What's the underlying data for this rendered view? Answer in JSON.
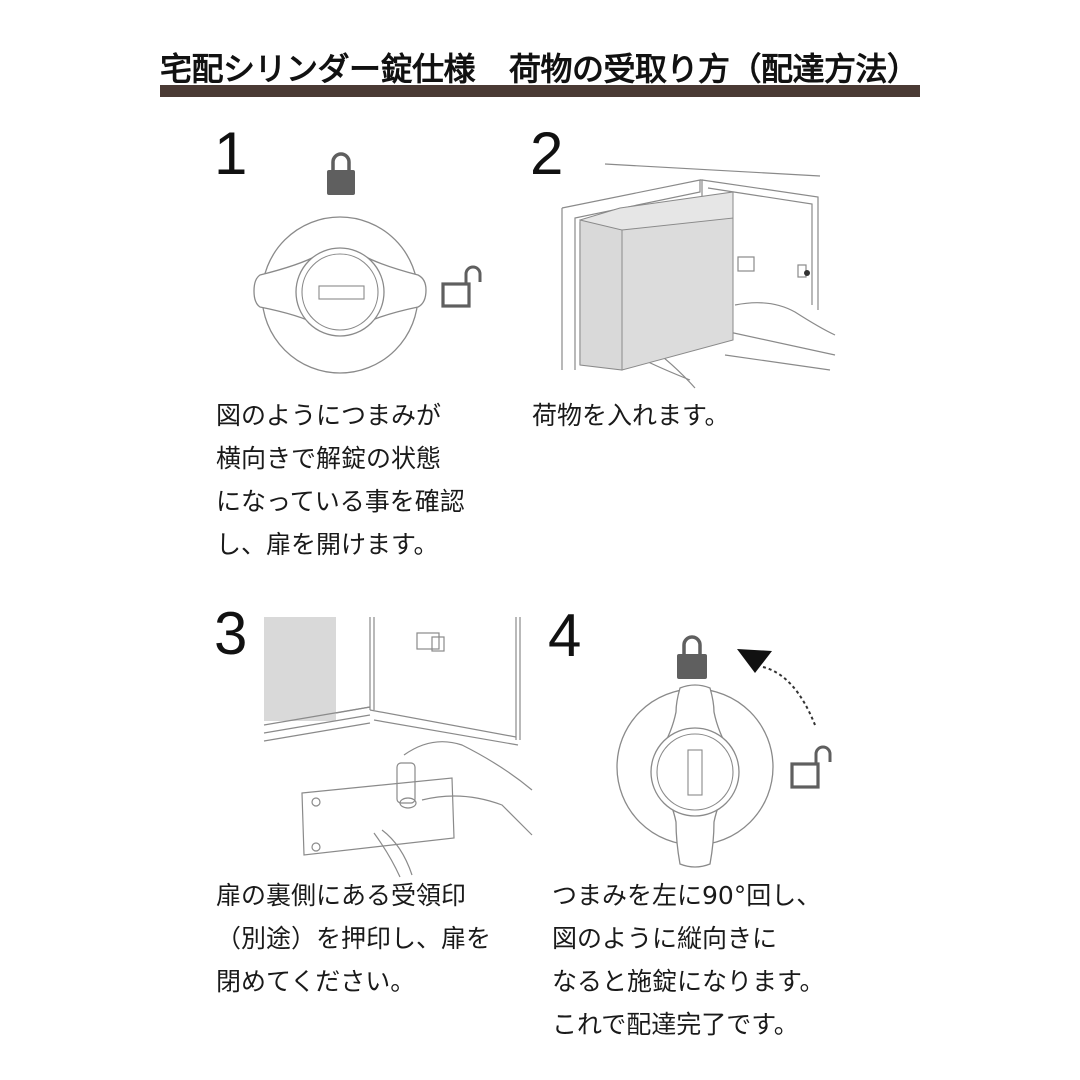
{
  "header": {
    "title_left": "宅配シリンダー錠仕様",
    "title_right": "荷物の受取り方（配達方法）",
    "bar_color": "#4a3a34"
  },
  "steps": [
    {
      "number": "1",
      "illustration": "thumb-turn-horizontal-unlocked",
      "lines": [
        "図のようにつまみが",
        "横向きで解錠の状態",
        "になっている事を確認",
        "し、扉を開けます。"
      ]
    },
    {
      "number": "2",
      "illustration": "hands-placing-package-in-box",
      "lines": [
        "荷物を入れます。"
      ]
    },
    {
      "number": "3",
      "illustration": "hand-stamping-receipt",
      "lines": [
        "扉の裏側にある受領印",
        "（別途）を押印し、扉を",
        "閉めてください。"
      ]
    },
    {
      "number": "4",
      "illustration": "thumb-turn-vertical-locked",
      "lines": [
        "つまみを左に90°回し、",
        "図のように縦向きに",
        "なると施錠になります。",
        "これで配達完了です。"
      ]
    }
  ],
  "icons": {
    "locked": "lock-closed-icon",
    "unlocked": "lock-open-icon",
    "rotate": "rotate-arrow-icon"
  },
  "colors": {
    "lock_fill": "#5f5f5f",
    "line": "#8a8a8a",
    "box_fill": "#d9d9d9"
  }
}
